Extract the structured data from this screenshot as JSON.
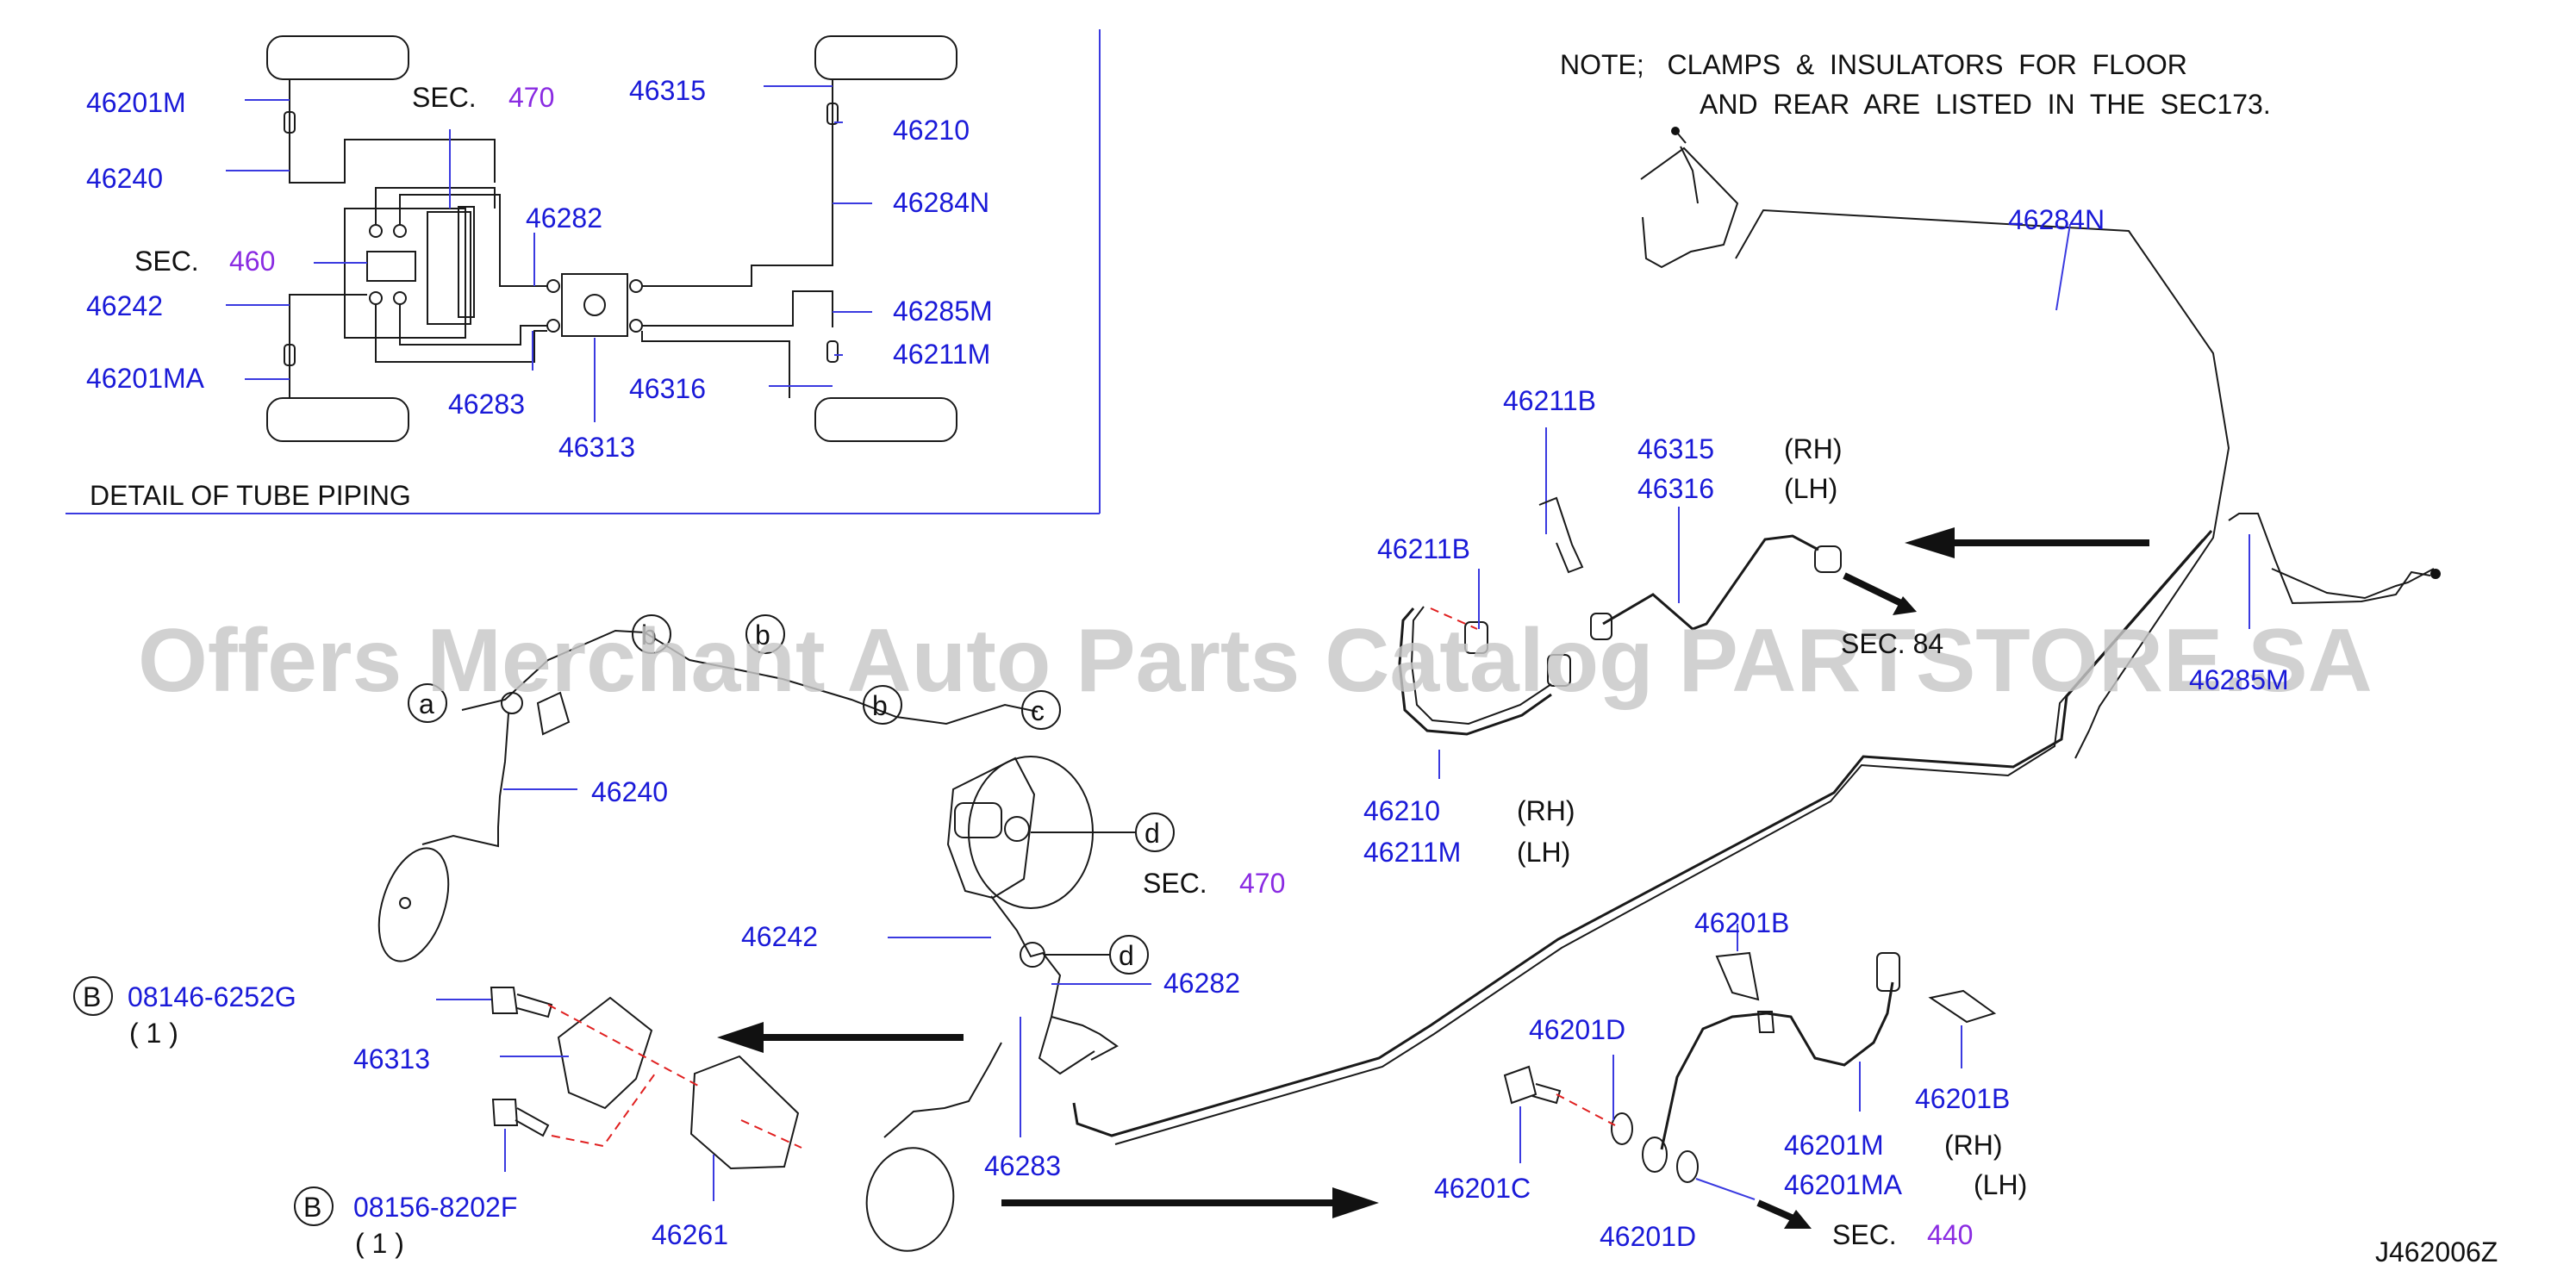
{
  "note": {
    "line1": "NOTE;   CLAMPS  &  INSULATORS  FOR  FLOOR",
    "line2": "AND  REAR  ARE  LISTED  IN  THE  SEC173."
  },
  "watermark": "Offers Merchant Auto Parts Catalog PARTSTORE.SA",
  "detail": {
    "title": "DETAIL  OF  TUBE  PIPING",
    "sec470_prefix": "SEC.",
    "sec470_num": "470",
    "sec460_prefix": "SEC.",
    "sec460_num": "460",
    "labels": {
      "p46201M": "46201M",
      "p46240": "46240",
      "p46242": "46242",
      "p46201MA": "46201MA",
      "p46282": "46282",
      "p46283": "46283",
      "p46313": "46313",
      "p46315": "46315",
      "p46210": "46210",
      "p46284N": "46284N",
      "p46285M": "46285M",
      "p46211M": "46211M",
      "p46316": "46316"
    }
  },
  "main": {
    "p46284N": "46284N",
    "p46211B_top": "46211B",
    "p46315": "46315",
    "rh1": "(RH)",
    "p46316": "46316",
    "lh1": "(LH)",
    "p46211B_left": "46211B",
    "sec84": "SEC. 84",
    "p46285M": "46285M",
    "p46210": "46210",
    "rh2": "(RH)",
    "p46211M": "46211M",
    "lh2": "(LH)",
    "p46240": "46240",
    "sec470_prefix": "SEC.",
    "sec470_num": "470",
    "p46242": "46242",
    "p46282": "46282",
    "p46283": "46283",
    "bolt1_code": "08146-6252G",
    "bolt1_qty": "( 1 )",
    "p46313": "46313",
    "bolt2_code": "08156-8202F",
    "bolt2_qty": "( 1 )",
    "p46261": "46261",
    "p46201B_top": "46201B",
    "p46201D_top": "46201D",
    "p46201B_right": "46201B",
    "p46201C": "46201C",
    "p46201M": "46201M",
    "rh3": "(RH)",
    "p46201MA": "46201MA",
    "lh3": "(LH)",
    "p46201D_bottom": "46201D",
    "sec440_prefix": "SEC.",
    "sec440_num": "440",
    "callout_a": "a",
    "callout_b": "b",
    "callout_c": "c",
    "callout_d": "d",
    "callout_B": "B"
  },
  "diagram_code": "J462006Z",
  "colors": {
    "part_number": "#1a1ad8",
    "section_number": "#8a2be2",
    "leader": "#3a3ae0",
    "dashed_guide": "#e02020",
    "line": "#1a1a1a"
  }
}
